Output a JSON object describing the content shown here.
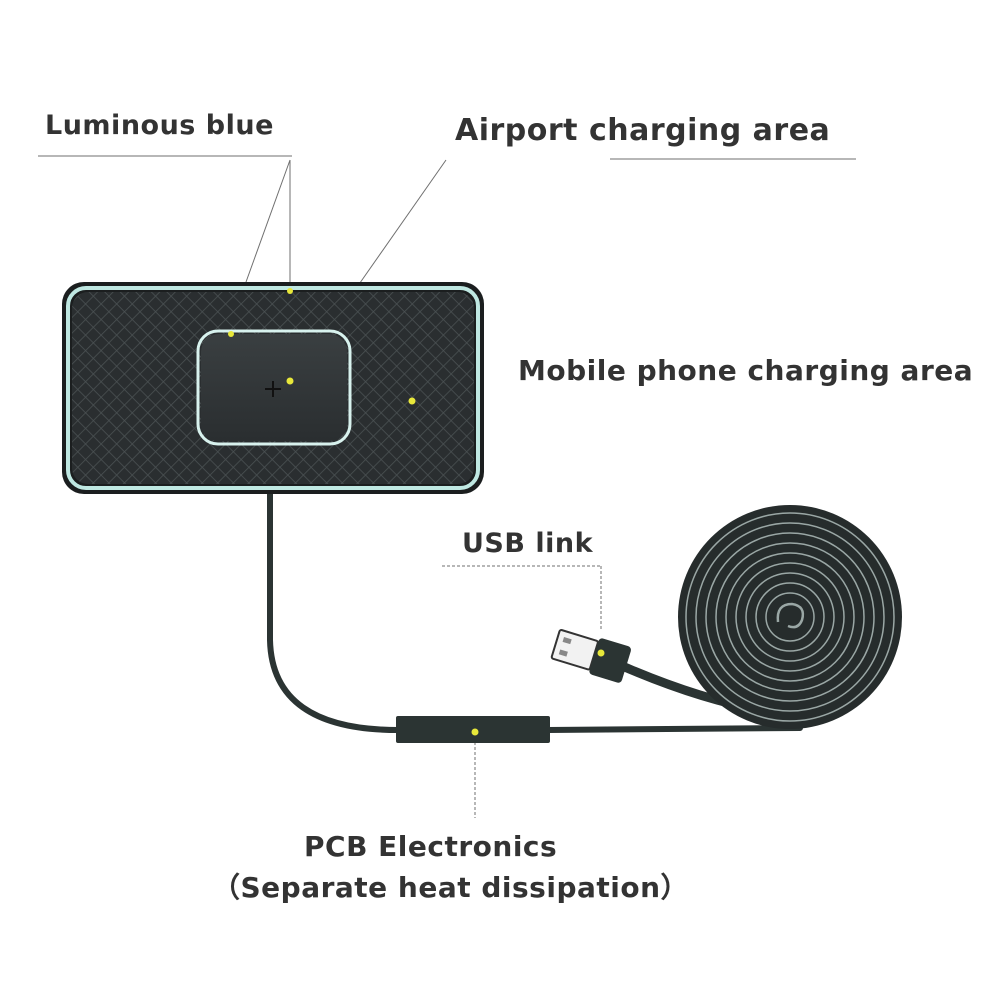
{
  "labels": {
    "luminous_blue": "Luminous blue",
    "airport_area": "Airport charging area",
    "mobile_area": "Mobile phone charging area",
    "usb_link": "USB link",
    "pcb_title": "PCB Electronics",
    "pcb_subtitle": "（Separate heat dissipation）"
  },
  "colors": {
    "pad_body": "#262a2c",
    "glow_edge": "#bfe8e2",
    "cable": "#2b3433",
    "marker": "#e8e83a",
    "leader_line": "#6f6f6f",
    "text": "#333333"
  },
  "icons": {
    "center_mark": "plus-icon"
  }
}
